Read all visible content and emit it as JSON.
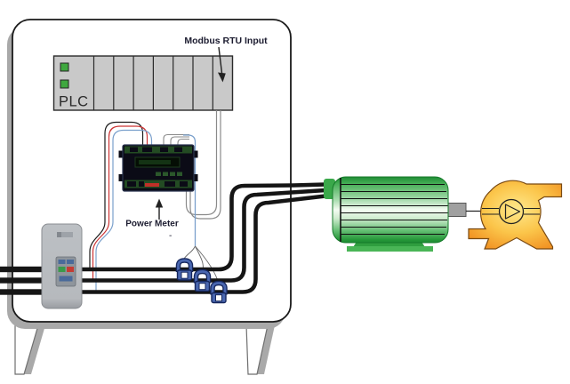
{
  "diagram": {
    "labels": {
      "plc": "PLC",
      "modbus_input": "Modbus RTU Input",
      "power_meter": "Power Meter",
      "dash": "-"
    },
    "components": [
      "control-cabinet",
      "plc-rack",
      "modbus-rtu-cable",
      "power-meter",
      "motor-starter",
      "three-phase-power-cables",
      "current-transformer-clamps",
      "motor",
      "pump"
    ],
    "colors": {
      "led_green": "#3fa83f",
      "rack_gray": "#c9c9c9",
      "meter_body": "#0b0b16",
      "meter_green": "#234b23",
      "ct_blue": "#4a67b0",
      "ct_outline": "#15265c",
      "cable_black": "#151515",
      "wire_red": "#cc3434",
      "wire_blue": "#7aa0cc",
      "wire_gray": "#8a8a8a",
      "motor_green": "#2f9e3f",
      "motor_base_green": "#49b556",
      "connector_green": "#3aa84a",
      "pump_orange": "#f19122",
      "shadow_gray": "#a9a9a9"
    }
  }
}
